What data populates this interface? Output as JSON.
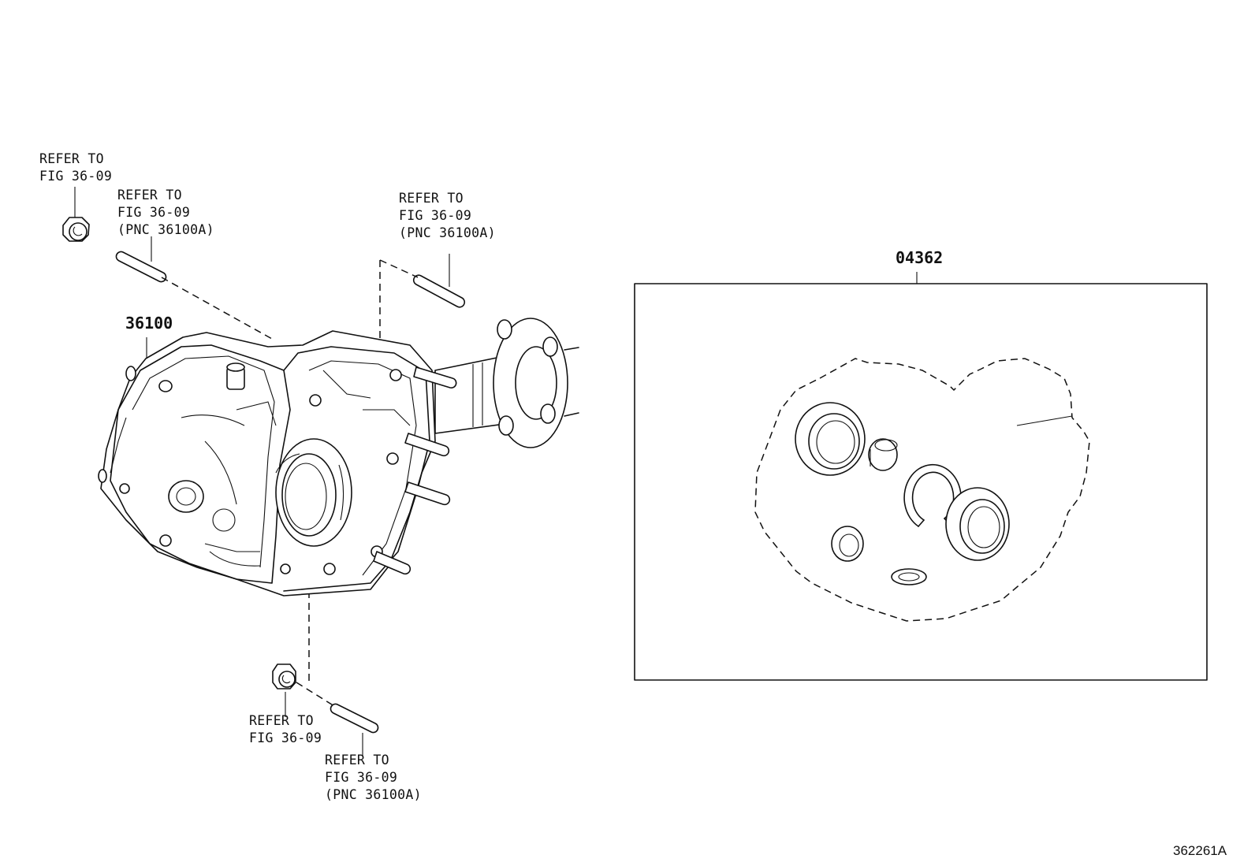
{
  "parts": {
    "assembly_pnc": "36100",
    "kit_pnc": "04362",
    "figure_id": "362261A"
  },
  "refs": {
    "top_left_nut": [
      "REFER TO",
      "FIG 36-09"
    ],
    "top_left_stud": [
      "REFER TO",
      "FIG 36-09",
      "(PNC 36100A)"
    ],
    "top_right_stud": [
      "REFER TO",
      "FIG 36-09",
      "(PNC 36100A)"
    ],
    "bottom_nut": [
      "REFER TO",
      "FIG 36-09"
    ],
    "bottom_stud": [
      "REFER TO",
      "FIG 36-09",
      "(PNC 36100A)"
    ]
  }
}
